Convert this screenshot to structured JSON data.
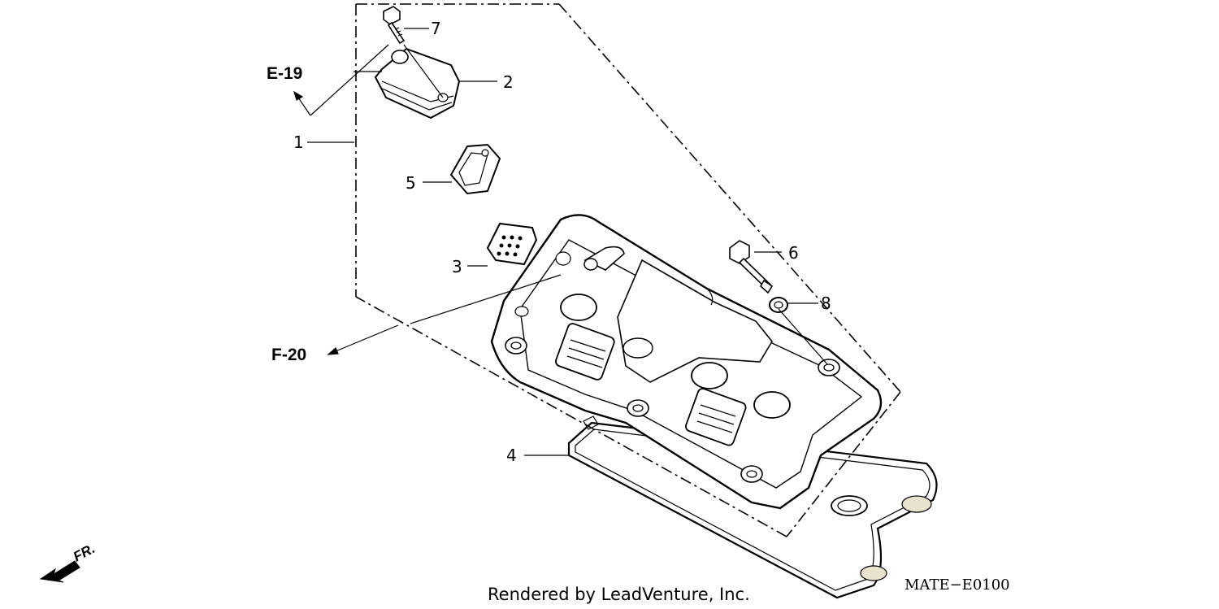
{
  "callouts": [
    {
      "id": "1",
      "label": "1"
    },
    {
      "id": "2",
      "label": "2"
    },
    {
      "id": "3",
      "label": "3"
    },
    {
      "id": "4",
      "label": "4"
    },
    {
      "id": "5",
      "label": "5"
    },
    {
      "id": "6",
      "label": "6"
    },
    {
      "id": "7",
      "label": "7"
    },
    {
      "id": "8",
      "label": "8"
    }
  ],
  "references": {
    "e19": "E-19",
    "f20": "F-20"
  },
  "front_indicator": "FR.",
  "credit": "Rendered by LeadVenture, Inc.",
  "diagram_code": "MATE−E0100"
}
